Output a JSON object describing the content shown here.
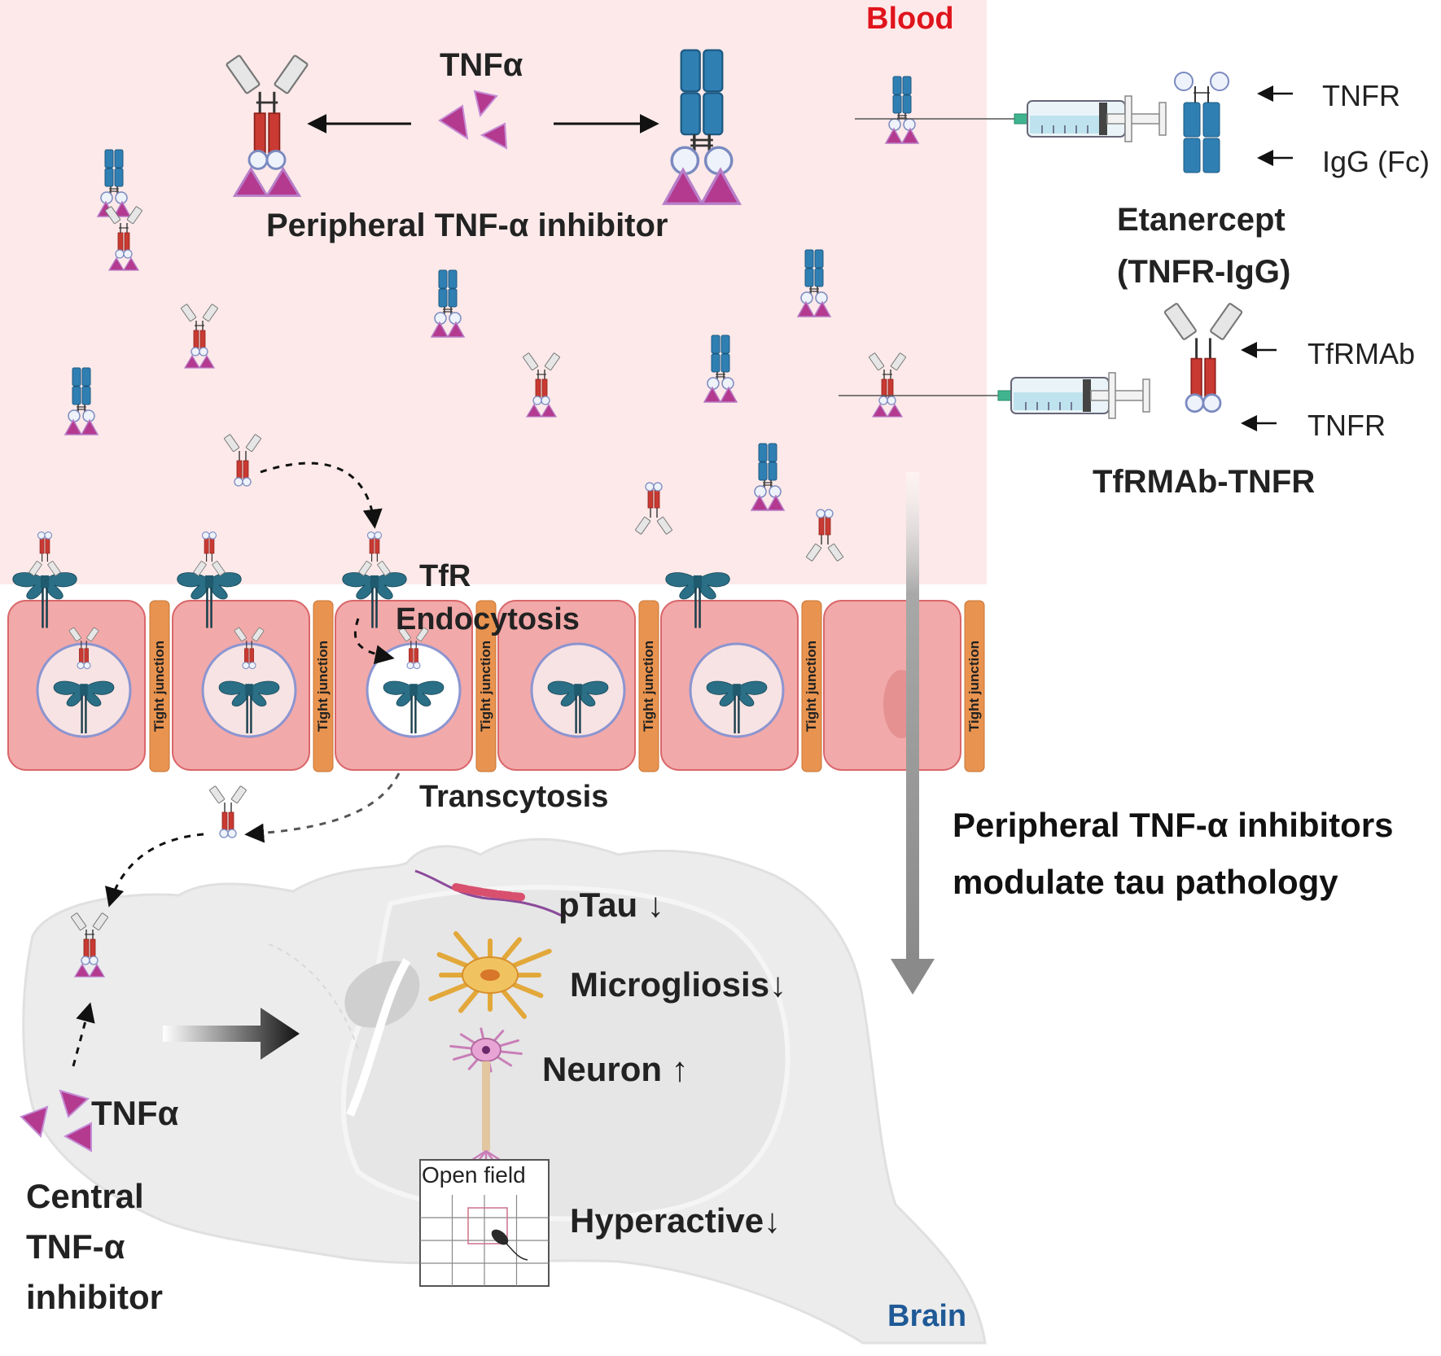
{
  "labels": {
    "blood": "Blood",
    "brain": "Brain",
    "tnfa_top": "TNFα",
    "peripheral_inhibitor": "Peripheral TNF-α inhibitor",
    "tnfr_etanercept": "TNFR",
    "igg_fc": "IgG (Fc)",
    "etanercept_line1": "Etanercept",
    "etanercept_line2": "(TNFR-IgG)",
    "tfrmab": "TfRMAb",
    "tnfr_fusion": "TNFR",
    "tfrmab_tnfr": "TfRMAb-TNFR",
    "tfr": "TfR",
    "endocytosis": "Endocytosis",
    "transcytosis": "Transcytosis",
    "tight_junction": "Tight junction",
    "modulate_line1": "Peripheral TNF-α inhibitors",
    "modulate_line2": "modulate tau pathology",
    "ptau": "pTau",
    "microgliosis": "Microgliosis",
    "neuron": "Neuron",
    "hyperactive": "Hyperactive",
    "open_field": "Open field",
    "tnfa_brain": "TNFα",
    "central_line1": "Central",
    "central_line2": "TNF-α",
    "central_line3": "inhibitor"
  },
  "arrows": {
    "down": "↓",
    "up": "↑"
  },
  "icons": {
    "tnfr_igg": "tnfr-igg-icon",
    "tfrmab_tnfr": "tfrmab-tnfr-icon",
    "tnfa": "tnfa-triangle-icon",
    "syringe": "syringe-icon",
    "tfr": "tfr-receptor-icon",
    "mouse": "mouse-icon"
  },
  "colors": {
    "blood_bg": "#fde9e9",
    "cell_fill": "#f2a9a9",
    "cell_stroke": "#d9676b",
    "tight_junction": "#e8934f",
    "blood_label": "#e0141c",
    "brain_label": "#1f5a96",
    "igg_blue": "#2f7fb3",
    "fab_red": "#c93a32",
    "tnfa_magenta": "#b43a8f",
    "tfr_teal": "#2a6f86",
    "brain_fill": "#ececec"
  }
}
